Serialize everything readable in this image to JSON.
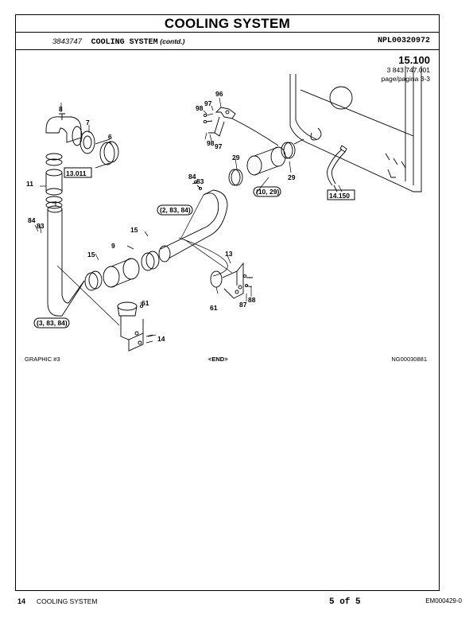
{
  "header": {
    "title": "COOLING SYSTEM",
    "part_number": "3843747",
    "section": "COOLING SYSTEM",
    "section_suffix": "(contd.)",
    "doc_code": "NPL00320972"
  },
  "reference": {
    "number": "15.100",
    "part_ref": "3 843 747.001",
    "page": "page/pagina 3-3"
  },
  "callouts": {
    "c8": "8",
    "c7": "7",
    "c6": "6",
    "c11": "11",
    "c84a": "84",
    "c83a": "83",
    "c9": "9",
    "c15a": "15",
    "c15b": "15",
    "c61a": "61",
    "c14": "14",
    "c84b": "84",
    "c83b": "83",
    "c96": "96",
    "c97a": "97",
    "c98a": "98",
    "c98b": "98",
    "c97b": "97",
    "c29a": "29",
    "c29b": "29",
    "c13": "13",
    "c61b": "61",
    "c87": "87",
    "c88": "88"
  },
  "boxed_refs": {
    "r13011": "13.011",
    "r14150": "14.150"
  },
  "group_labels": {
    "g1": "(2, 83, 84)",
    "g2": "(10, 29)",
    "g3": "(3, 83, 84)"
  },
  "graphic_footer": {
    "left": "GRAPHIC #3",
    "center": "<END>",
    "right": "NG00030881"
  },
  "page_footer": {
    "page_num": "14",
    "section": "COOLING SYSTEM",
    "pages": "5 of 5",
    "code": "EM000429-0"
  }
}
